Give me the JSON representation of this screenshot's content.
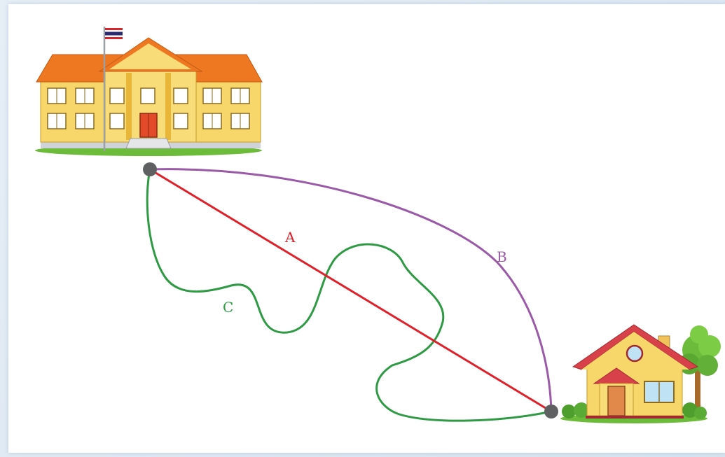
{
  "routes": [
    {
      "label": "A",
      "color": "#e0202a"
    },
    {
      "label": "B",
      "color": "#9a5aa8"
    },
    {
      "label": "C",
      "color": "#2f9a44"
    }
  ],
  "colors": {
    "endpoint": "#5f6062",
    "roof": "#ee7722",
    "wall": "#f7d66a",
    "house_roof": "#d8414a",
    "tree": "#6dbb3a"
  },
  "icons": {
    "start": "school-building-icon",
    "end": "house-icon",
    "flag": "thai-flag-icon"
  }
}
